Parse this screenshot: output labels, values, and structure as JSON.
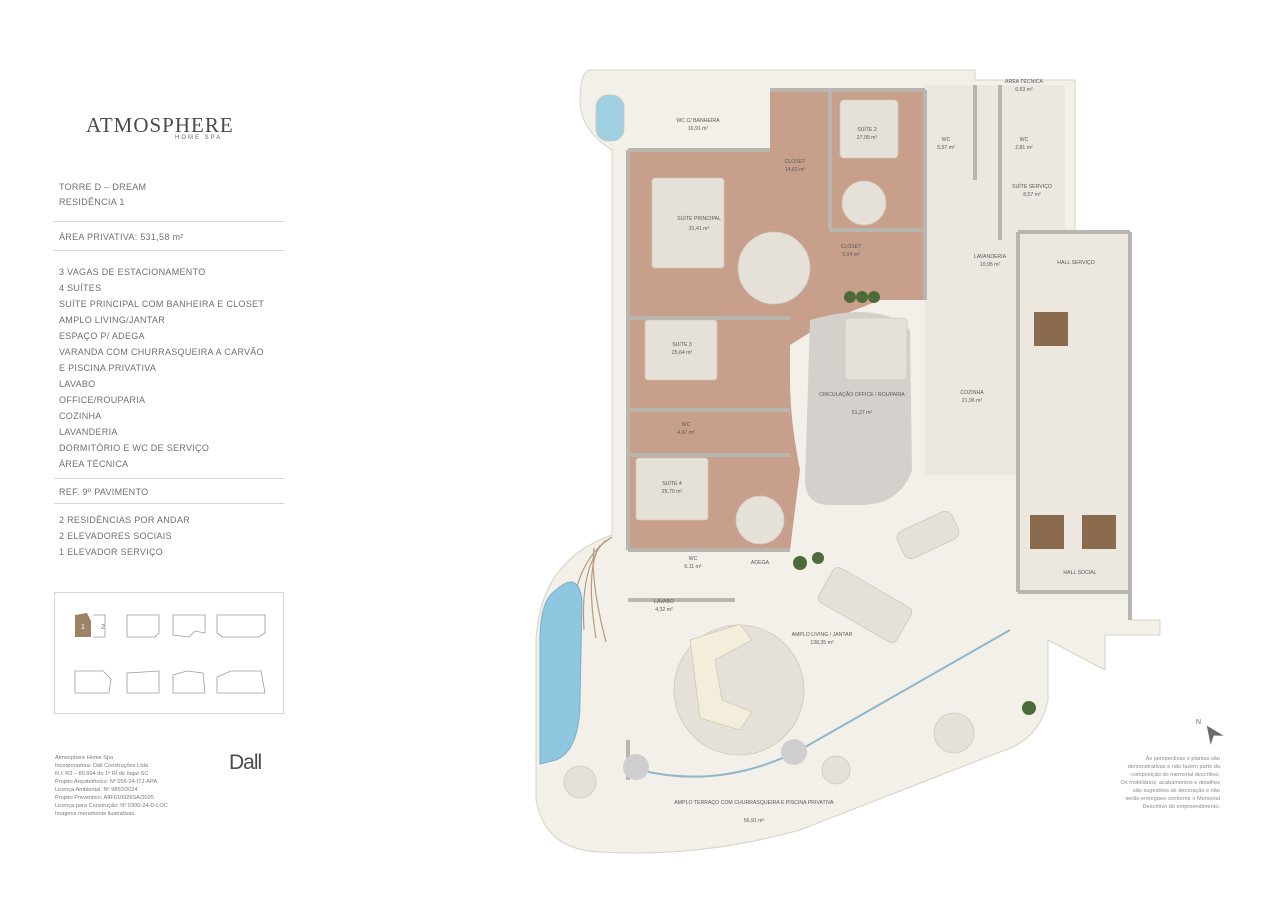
{
  "brand": {
    "name": "ATMOSPHERE",
    "tagline": "HOME SPA"
  },
  "unit": {
    "tower": "TORRE D – DREAM",
    "residence": "RESIDÊNCIA 1",
    "area": "ÁREA PRIVATIVA: 531,58 m²"
  },
  "features": [
    "3 VAGAS DE ESTACIONAMENTO",
    "4 SUÍTES",
    "SUÍTE PRINCIPAL COM BANHEIRA E CLOSET",
    "AMPLO LIVING/JANTAR",
    "ESPAÇO P/ ADEGA",
    "VARANDA COM CHURRASQUEIRA A CARVÃO",
    "E PISCINA PRIVATIVA",
    "LAVABO",
    "OFFICE/ROUPARIA",
    "COZINHA",
    "LAVANDERIA",
    "DORMITÓRIO E WC DE SERVIÇO",
    "ÁREA TÉCNICA"
  ],
  "floor_ref": "REF. 9º PAVIMENTO",
  "building": [
    "2 RESIDÊNCIAS POR ANDAR",
    "2 ELEVADORES SOCIAIS",
    "1 ELEVADOR SERVIÇO"
  ],
  "keymap": {
    "labels": [
      "1",
      "2"
    ]
  },
  "credits": [
    "Atmosphere Home Spa",
    "Incorporadora: Dall Construções Ltda",
    "R.I: R3 – 80.994 do 1º RI de Itajaí-SC",
    "Projeto Arquitetônico: Nº 056-24-ITJ-APA",
    "Licença Ambiental: Nº 9850/2024",
    "Projeto Preventivo: A8F610926SA/2025",
    "Licença para Construção: Nº 0300-24-D-LOC",
    "Imagens meramente ilustrativas."
  ],
  "developer_logo": "Dall",
  "disclaimer": [
    "As perspectivas e plantas são",
    "demonstrativas e não fazem parte da",
    "composição do memorial descritivo.",
    "Os mobiliários, acabamentos e detalhes",
    "são sugestões de decoração e não",
    "serão entregues conforme o Memorial",
    "Descritivo do empreendimento."
  ],
  "rooms": [
    {
      "name": "WC C/ BANHEIRA",
      "area": "16,91 m²"
    },
    {
      "name": "CLOSET",
      "area": "14,63 m²"
    },
    {
      "name": "SUÍTE 2",
      "area": "27,95 m²"
    },
    {
      "name": "WC",
      "area": "5,57 m²"
    },
    {
      "name": "ÁREA TÉCNICA",
      "area": "6,63 m²"
    },
    {
      "name": "WC",
      "area": "2,81 m²"
    },
    {
      "name": "SUÍTE SERVIÇO",
      "area": "8,57 m²"
    },
    {
      "name": "SUÍTE PRINCIPAL",
      "area": "31,41 m²"
    },
    {
      "name": "CLOSET",
      "area": "5,04 m²"
    },
    {
      "name": "LAVANDERIA",
      "area": "10,95 m²"
    },
    {
      "name": "HALL SERVIÇO",
      "area": ""
    },
    {
      "name": "SUÍTE 3",
      "area": "25,64 m²"
    },
    {
      "name": "CIRCULAÇÃO OFFICE / ROUPARIA",
      "area": "51,27 m²"
    },
    {
      "name": "COZINHA",
      "area": "21,96 m²"
    },
    {
      "name": "WC",
      "area": "4,97 m²"
    },
    {
      "name": "SUÍTE 4",
      "area": "25,70 m²"
    },
    {
      "name": "WC",
      "area": "6,11 m²"
    },
    {
      "name": "ADEGA",
      "area": ""
    },
    {
      "name": "HALL SOCIAL",
      "area": ""
    },
    {
      "name": "LAVABO",
      "area": "4,32 m²"
    },
    {
      "name": "AMPLO LIVING / JANTAR",
      "area": "138,35 m²"
    },
    {
      "name": "AMPLO TERRAÇO COM CHURRASQUEIRA E PISCINA PRIVATIVA",
      "area": "56,91 m²"
    }
  ],
  "north_symbol": "N",
  "colors": {
    "wood": "#c89f8b",
    "terrace": "#f3f0ea",
    "wall": "#bdbdbd",
    "pool": "#8fc7e0",
    "greenery": "#4f6a3a"
  }
}
